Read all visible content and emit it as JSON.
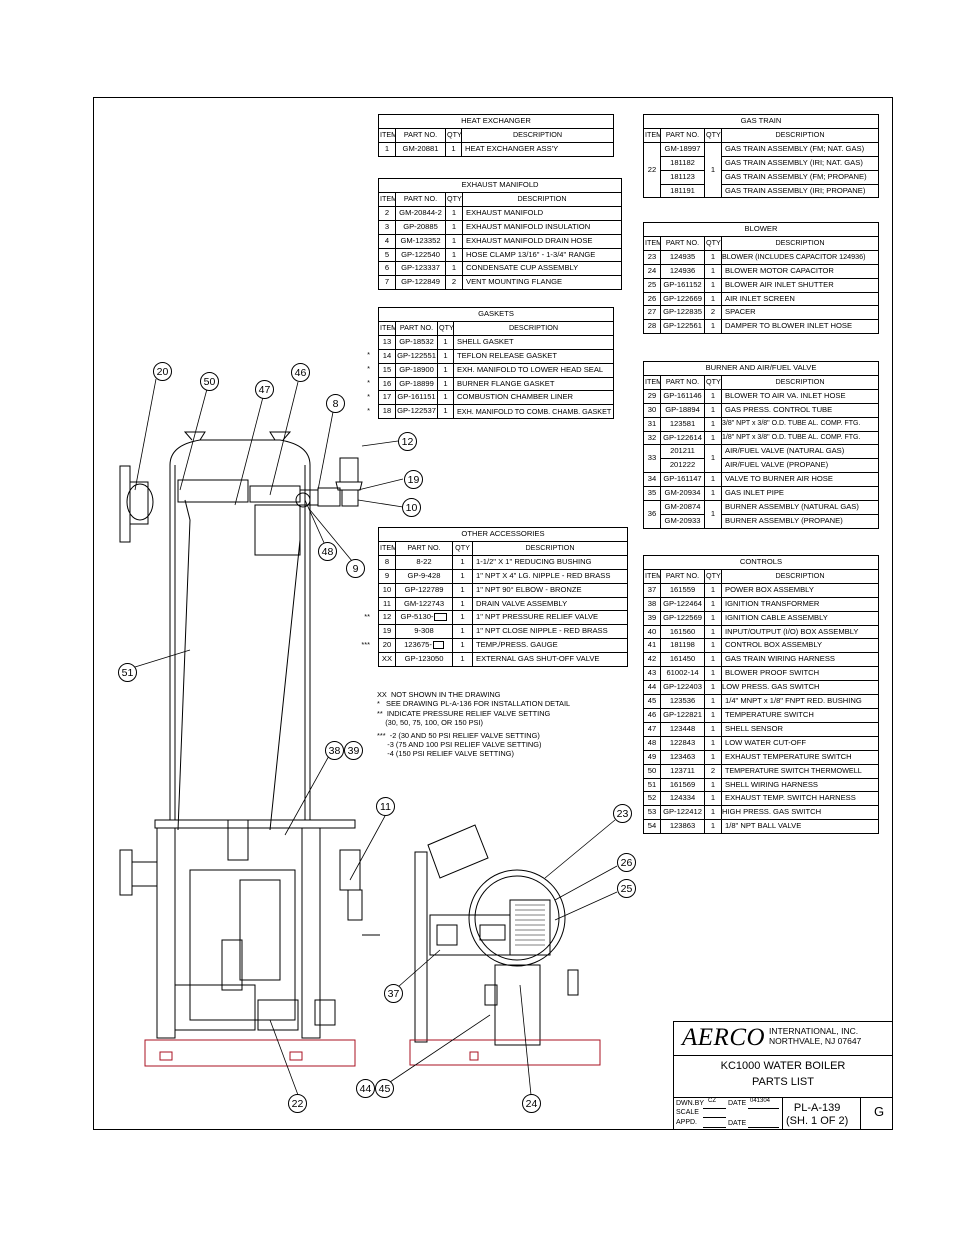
{
  "heat_exchanger": {
    "title": "HEAT EXCHANGER",
    "headers": [
      "ITEM",
      "PART NO.",
      "QTY",
      "DESCRIPTION"
    ],
    "rows": [
      [
        "1",
        "GM-20881",
        "1",
        "HEAT EXCHANGER ASS'Y"
      ]
    ]
  },
  "exhaust_manifold": {
    "title": "EXHAUST MANIFOLD",
    "headers": [
      "ITEM",
      "PART NO.",
      "QTY",
      "DESCRIPTION"
    ],
    "rows": [
      [
        "2",
        "GM-20844-2",
        "1",
        "EXHAUST MANIFOLD"
      ],
      [
        "3",
        "GP-20885",
        "1",
        "EXHAUST MANIFOLD INSULATION"
      ],
      [
        "4",
        "GM-123352",
        "1",
        "EXHAUST MANIFOLD DRAIN HOSE"
      ],
      [
        "5",
        "GP-122540",
        "1",
        "HOSE CLAMP 13/16\" - 1-3/4\" RANGE"
      ],
      [
        "6",
        "GP-123337",
        "1",
        "CONDENSATE CUP ASSEMBLY"
      ],
      [
        "7",
        "GP-122849",
        "2",
        "VENT MOUNTING FLANGE"
      ]
    ]
  },
  "gaskets": {
    "title": "GASKETS",
    "headers": [
      "ITEM",
      "PART NO.",
      "QTY",
      "DESCRIPTION"
    ],
    "rows": [
      [
        "",
        "13",
        "GP-18532",
        "1",
        "SHELL GASKET"
      ],
      [
        "*",
        "14",
        "GP-122551",
        "1",
        "TEFLON RELEASE GASKET"
      ],
      [
        "*",
        "15",
        "GP-18900",
        "1",
        "EXH. MANIFOLD TO LOWER HEAD SEAL"
      ],
      [
        "*",
        "16",
        "GP-18899",
        "1",
        "BURNER FLANGE GASKET"
      ],
      [
        "*",
        "17",
        "GP-161151",
        "1",
        "COMBUSTION CHAMBER LINER"
      ],
      [
        "*",
        "18",
        "GP-122537",
        "1",
        "EXH. MANIFOLD TO COMB. CHAMB. GASKET"
      ]
    ]
  },
  "other_accessories": {
    "title": "OTHER ACCESSORIES",
    "headers": [
      "ITEM",
      "PART NO.",
      "QTY",
      "DESCRIPTION"
    ],
    "rows": [
      [
        "",
        "8",
        "8-22",
        "1",
        "1-1/2\" X 1\" REDUCING BUSHING"
      ],
      [
        "",
        "9",
        "GP-9-428",
        "1",
        "1\" NPT X 4\" LG. NIPPLE - RED BRASS"
      ],
      [
        "",
        "10",
        "GP-122789",
        "1",
        "1\" NPT 90° ELBOW - BRONZE"
      ],
      [
        "",
        "11",
        "GM-122743",
        "1",
        "DRAIN VALVE ASSEMBLY"
      ],
      [
        "**",
        "12",
        "GP-5130-",
        "1",
        "1\" NPT PRESSURE RELIEF VALVE"
      ],
      [
        "",
        "19",
        "9-308",
        "1",
        "1\" NPT CLOSE NIPPLE - RED BRASS"
      ],
      [
        "***",
        "20",
        "123675-",
        "1",
        "TEMP./PRESS. GAUGE"
      ],
      [
        "",
        "XX",
        "GP-123050",
        "1",
        "EXTERNAL GAS SHUT-OFF VALVE"
      ]
    ]
  },
  "gas_train": {
    "title": "GAS TRAIN",
    "headers": [
      "ITEM",
      "PART NO.",
      "QTY",
      "DESCRIPTION"
    ],
    "item": "22",
    "qty": "1",
    "rows": [
      [
        "GM-18997",
        "GAS TRAIN ASSEMBLY (FM; NAT. GAS)"
      ],
      [
        "181182",
        "GAS TRAIN ASSEMBLY (IRI; NAT. GAS)"
      ],
      [
        "181123",
        "GAS TRAIN ASSEMBLY (FM; PROPANE)"
      ],
      [
        "181191",
        "GAS TRAIN ASSEMBLY (IRI; PROPANE)"
      ]
    ]
  },
  "blower": {
    "title": "BLOWER",
    "headers": [
      "ITEM",
      "PART NO.",
      "QTY",
      "DESCRIPTION"
    ],
    "rows": [
      [
        "23",
        "124935",
        "1",
        "BLOWER (INCLUDES CAPACITOR 124936)"
      ],
      [
        "24",
        "124936",
        "1",
        "BLOWER MOTOR CAPACITOR"
      ],
      [
        "25",
        "GP-161152",
        "1",
        "BLOWER AIR INLET SHUTTER"
      ],
      [
        "26",
        "GP-122669",
        "1",
        "AIR INLET SCREEN"
      ],
      [
        "27",
        "GP-122835",
        "2",
        "SPACER"
      ],
      [
        "28",
        "GP-122561",
        "1",
        "DAMPER TO BLOWER INLET HOSE"
      ]
    ]
  },
  "burner": {
    "title": "BURNER AND AIR/FUEL VALVE",
    "headers": [
      "ITEM",
      "PART NO.",
      "QTY",
      "DESCRIPTION"
    ],
    "rows_a": [
      [
        "29",
        "GP-161146",
        "1",
        "BLOWER TO AIR VA. INLET HOSE"
      ],
      [
        "30",
        "GP-18894",
        "1",
        "GAS PRESS. CONTROL TUBE"
      ],
      [
        "31",
        "123581",
        "1",
        "3/8\" NPT x 3/8\" O.D. TUBE AL. COMP. FTG."
      ],
      [
        "32",
        "GP-122614",
        "1",
        "1/8\" NPT x 3/8\" O.D. TUBE AL. COMP. FTG."
      ]
    ],
    "item33": "33",
    "qty33": "1",
    "rows33": [
      [
        "201211",
        "AIR/FUEL VALVE (NATURAL GAS)"
      ],
      [
        "201222",
        "AIR/FUEL VALVE (PROPANE)"
      ]
    ],
    "rows_b": [
      [
        "34",
        "GP-161147",
        "1",
        "VALVE TO BURNER AIR HOSE"
      ],
      [
        "35",
        "GM-20934",
        "1",
        "GAS INLET PIPE"
      ]
    ],
    "item36": "36",
    "qty36": "1",
    "rows36": [
      [
        "GM-20874",
        "BURNER ASSEMBLY (NATURAL GAS)"
      ],
      [
        "GM-20933",
        "BURNER ASSEMBLY (PROPANE)"
      ]
    ]
  },
  "controls": {
    "title": "CONTROLS",
    "headers": [
      "ITEM",
      "PART NO.",
      "QTY",
      "DESCRIPTION"
    ],
    "rows": [
      [
        "37",
        "161559",
        "1",
        "POWER BOX ASSEMBLY"
      ],
      [
        "38",
        "GP-122464",
        "1",
        "IGNITION TRANSFORMER"
      ],
      [
        "39",
        "GP-122569",
        "1",
        "IGNITION CABLE ASSEMBLY"
      ],
      [
        "40",
        "161560",
        "1",
        "INPUT/OUTPUT (I/O) BOX ASSEMBLY"
      ],
      [
        "41",
        "181198",
        "1",
        "CONTROL BOX ASSEMBLY"
      ],
      [
        "42",
        "161450",
        "1",
        "GAS TRAIN WIRING HARNESS"
      ],
      [
        "43",
        "61002-14",
        "1",
        "BLOWER PROOF SWITCH"
      ],
      [
        "44",
        "GP-122403",
        "1",
        "LOW PRESS. GAS SWITCH"
      ],
      [
        "45",
        "123536",
        "1",
        "1/4\" MNPT x 1/8\" FNPT RED. BUSHING"
      ],
      [
        "46",
        "GP-122821",
        "1",
        "TEMPERATURE SWITCH"
      ],
      [
        "47",
        "123448",
        "1",
        "SHELL SENSOR"
      ],
      [
        "48",
        "122843",
        "1",
        "LOW WATER CUT-OFF"
      ],
      [
        "49",
        "123463",
        "1",
        "EXHAUST TEMPERATURE SWITCH"
      ],
      [
        "50",
        "123711",
        "2",
        "TEMPERATURE SWITCH THERMOWELL"
      ],
      [
        "51",
        "161569",
        "1",
        "SHELL WIRING HARNESS"
      ],
      [
        "52",
        "124334",
        "1",
        "EXHAUST TEMP. SWITCH HARNESS"
      ],
      [
        "53",
        "GP-122412",
        "1",
        "HIGH PRESS. GAS SWITCH"
      ],
      [
        "54",
        "123863",
        "1",
        "1/8\" NPT BALL VALVE"
      ]
    ]
  },
  "notes": [
    "XX  NOT SHOWN IN THE DRAWING",
    "*   SEE DRAWING PL-A-136 FOR INSTALLATION DETAIL",
    "**  INDICATE PRESSURE RELIEF VALVE SETTING",
    "    (30, 50, 75, 100, OR 150 PSI)",
    "***  -2 (30 AND 50 PSI RELIEF VALVE SETTING)",
    "     -3 (75 AND 100 PSI RELIEF VALVE SETTING)",
    "     -4 (150 PSI RELIEF VALVE SETTING)"
  ],
  "callouts_left": [
    "20",
    "50",
    "47",
    "46",
    "8",
    "12",
    "19",
    "10",
    "48",
    "9",
    "51",
    "38",
    "39",
    "11",
    "22"
  ],
  "callouts_right": [
    "23",
    "26",
    "25",
    "37",
    "44",
    "45",
    "24"
  ],
  "title_block": {
    "logo": "AERCO",
    "company_line1": "INTERNATIONAL, INC.",
    "company_line2": "NORTHVALE, NJ   07647",
    "product_line1": "KC1000 WATER BOILER",
    "product_line2": "PARTS LIST",
    "dwn_label": "DWN.BY",
    "dwn_value": "CZ",
    "date_label": "DATE",
    "date_value": "041304",
    "scale_label": "SCALE",
    "appd_label": "APPD.",
    "date2_label": "DATE",
    "drawing_no": "PL-A-139",
    "sheet": "(SH. 1 OF 2)",
    "revision": "G"
  }
}
